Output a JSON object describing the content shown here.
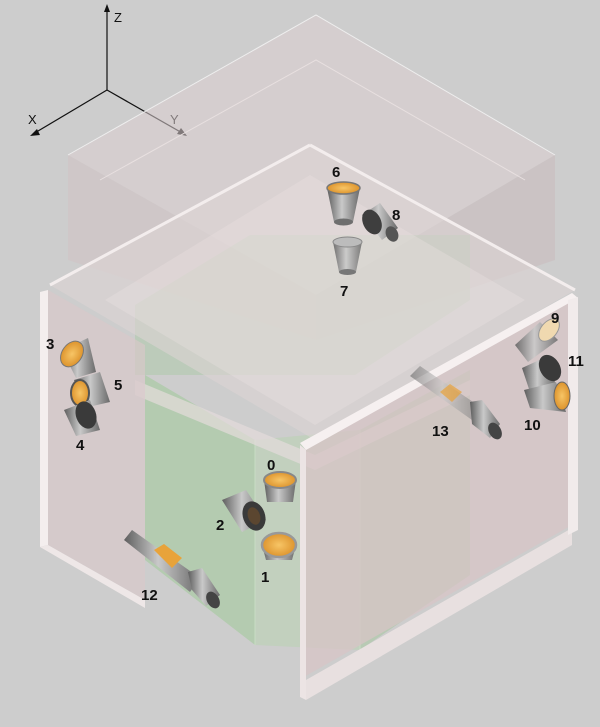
{
  "axes": {
    "x": "X",
    "y": "Y",
    "z": "Z"
  },
  "colors": {
    "background": "#cdcdcd",
    "enclosure": "#d9c5c7",
    "enclosure_edge": "#f4ecec",
    "inner_volume": "#9fc39a",
    "detector_metal": "#8e8e8e",
    "detector_dark": "#3a3a3a",
    "crystal": "#e8a33a"
  },
  "detectors": [
    {
      "id": "0",
      "icon": "detector-cup-up-icon"
    },
    {
      "id": "1",
      "icon": "detector-cup-up-icon"
    },
    {
      "id": "2",
      "icon": "detector-cone-side-icon"
    },
    {
      "id": "3",
      "icon": "detector-cone-side-icon"
    },
    {
      "id": "4",
      "icon": "detector-cone-side-icon"
    },
    {
      "id": "5",
      "icon": "detector-cone-side-icon"
    },
    {
      "id": "6",
      "icon": "detector-cup-up-icon"
    },
    {
      "id": "7",
      "icon": "detector-cup-up-icon"
    },
    {
      "id": "8",
      "icon": "detector-cone-side-icon"
    },
    {
      "id": "9",
      "icon": "detector-cone-side-icon"
    },
    {
      "id": "10",
      "icon": "detector-cone-side-icon"
    },
    {
      "id": "11",
      "icon": "detector-cone-side-icon"
    },
    {
      "id": "12",
      "icon": "detector-long-tube-icon"
    },
    {
      "id": "13",
      "icon": "detector-long-tube-icon"
    }
  ]
}
